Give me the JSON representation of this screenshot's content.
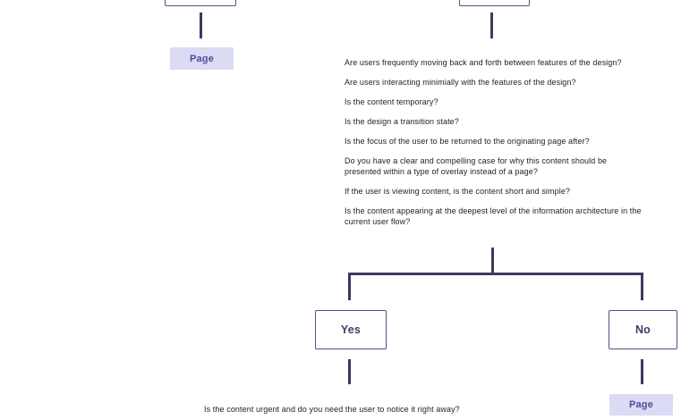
{
  "diagram": {
    "left_branch": {
      "page_label": "Page"
    },
    "questions": [
      "Are users frequently moving back and forth between features of the design?",
      "Are users interacting minimially with the features of the design?",
      "Is the content temporary?",
      "Is the design a transition state?",
      "Is the focus of the user to be returned to the originating page after?",
      "Do you have a clear and compelling case for why this content should be presented within a type of overlay instead of a page?",
      "If the user is viewing content, is the content short and simple?",
      "Is the content appearing at the deepest level of the information architecture in the current user flow?"
    ],
    "yes_label": "Yes",
    "no_label": "No",
    "yes_branch_question": "Is the content urgent and do you need the user to notice it right away?",
    "no_branch": {
      "page_label": "Page"
    }
  },
  "colors": {
    "background": "#ffffff",
    "connector": "#3e3860",
    "node_border": "#56507e",
    "node_text": "#413b68",
    "chip_background": "#dbdbf5",
    "chip_text": "#504b9b",
    "question_text": "#201f1e"
  }
}
